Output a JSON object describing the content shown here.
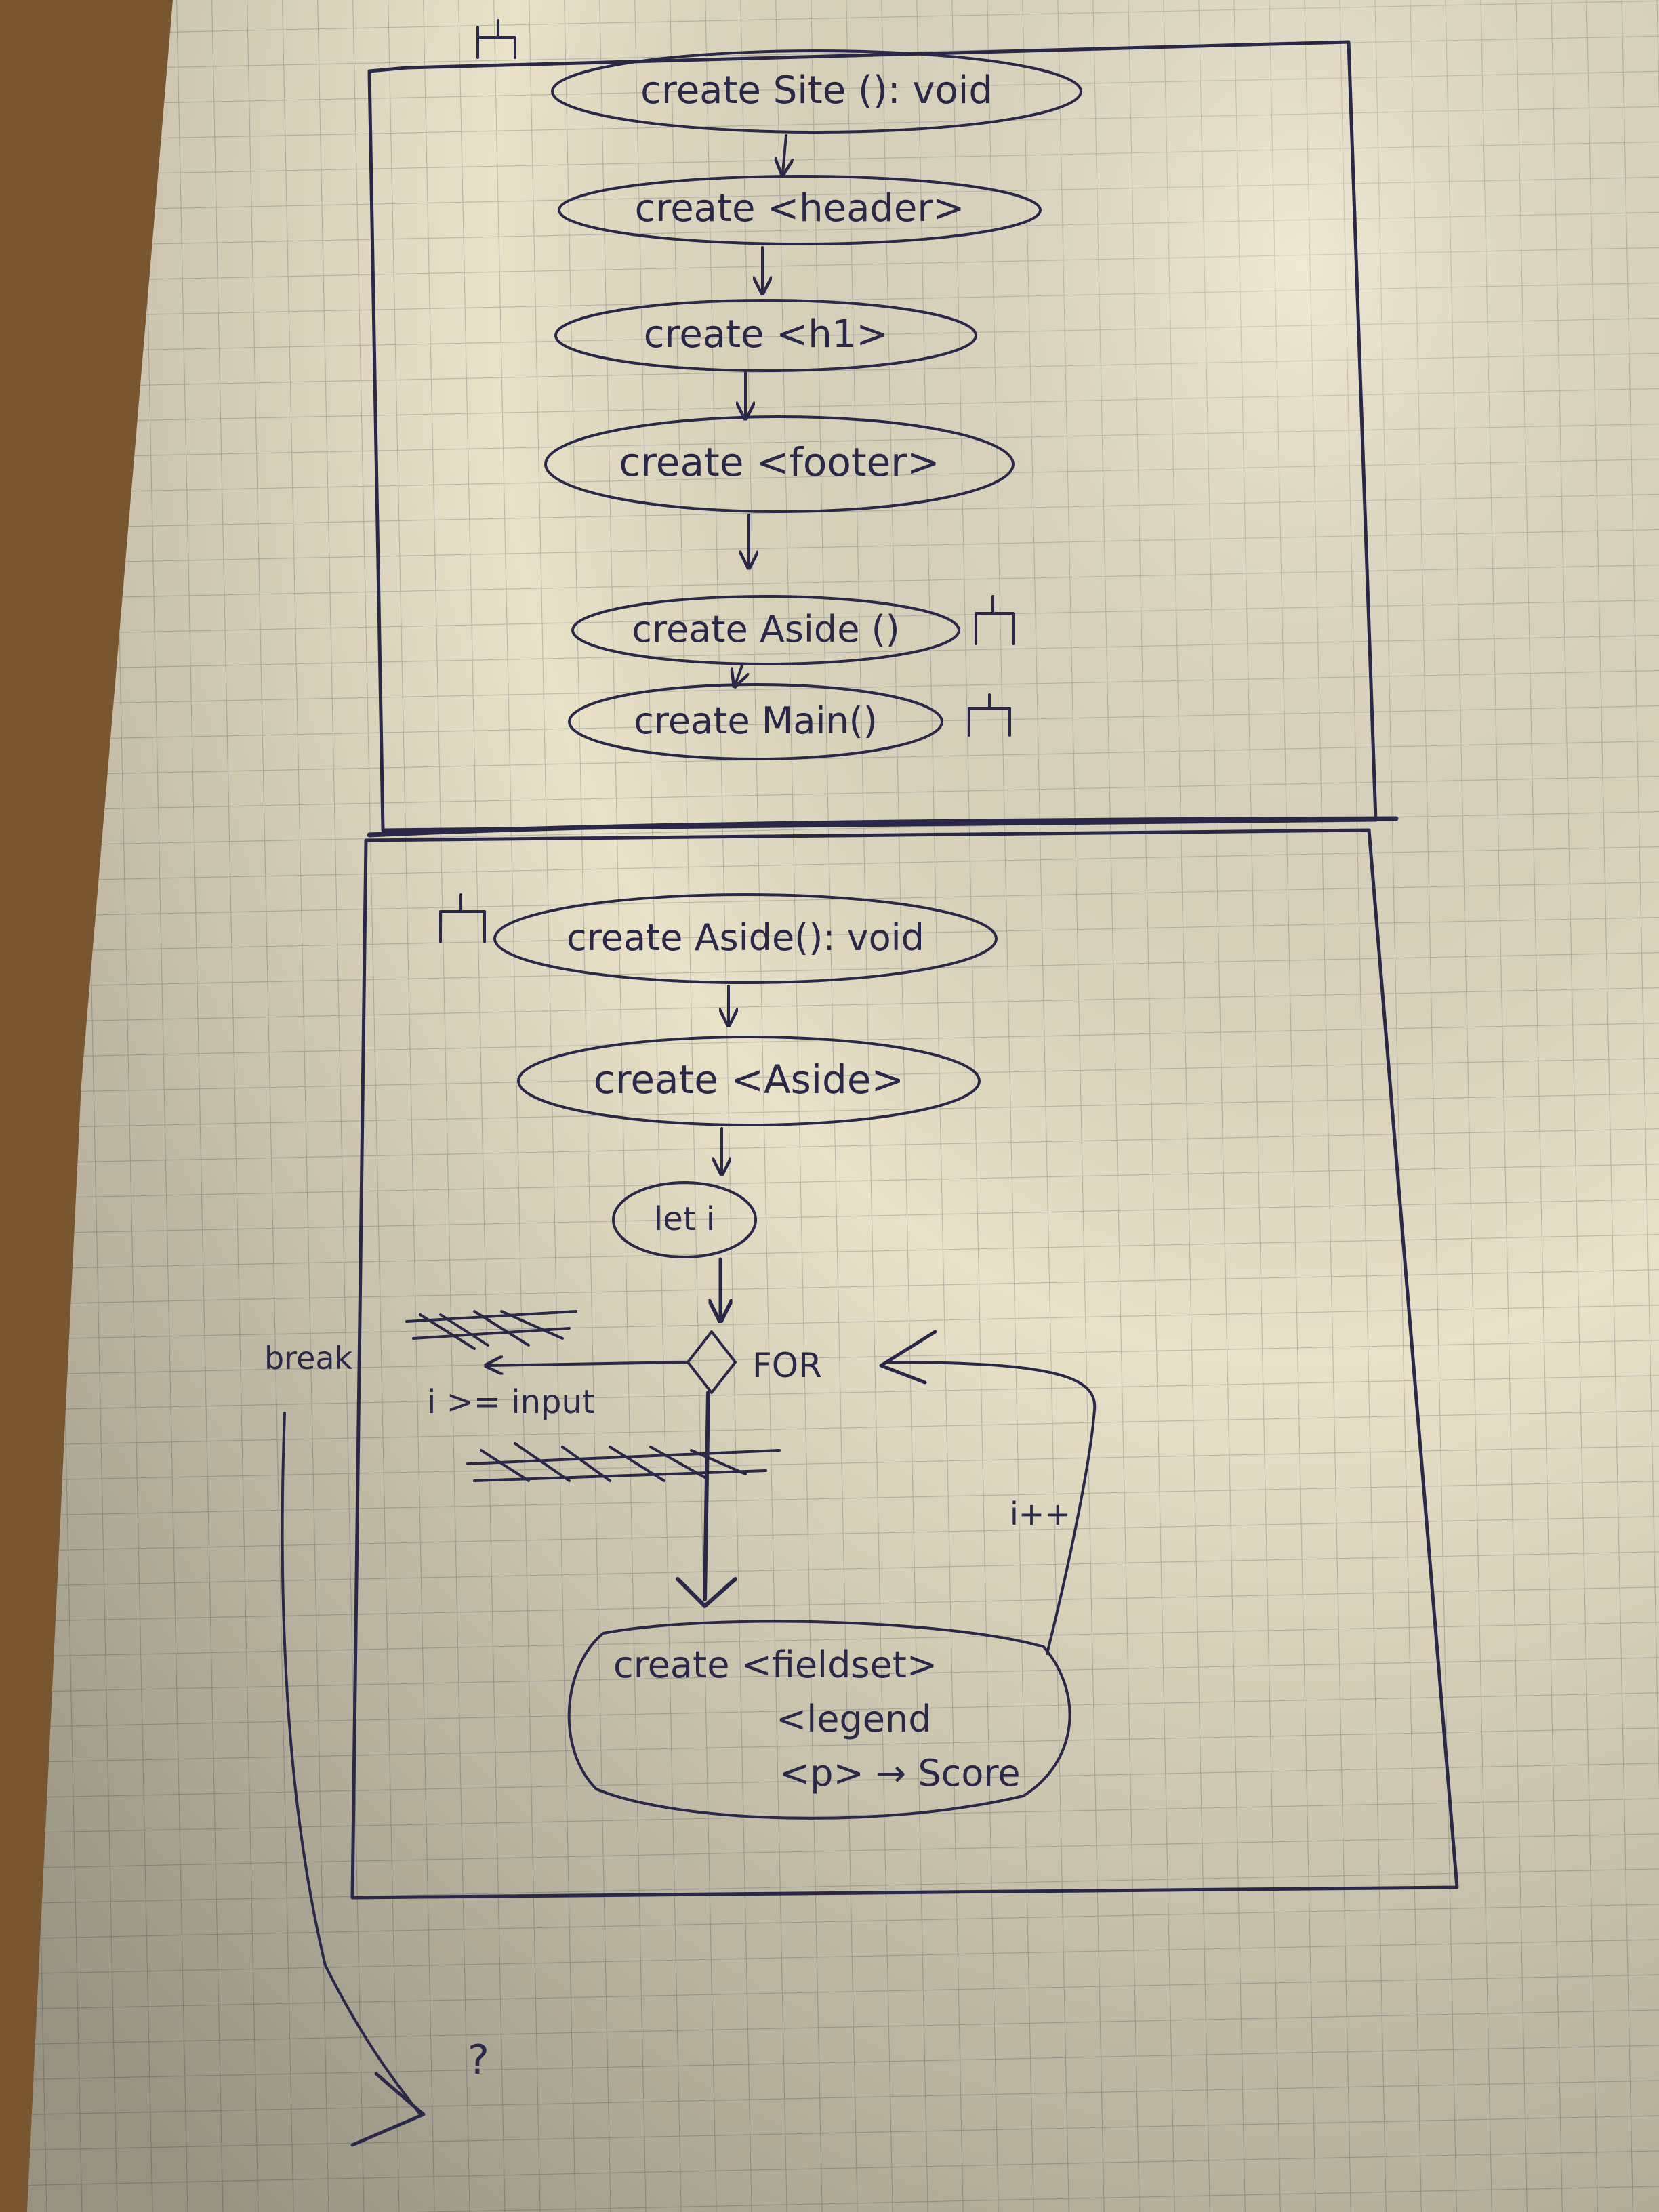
{
  "diagram": {
    "section_top": {
      "nodes": [
        {
          "id": "create-site",
          "label": "create Site (): void"
        },
        {
          "id": "create-header",
          "label": "create <header>"
        },
        {
          "id": "create-h1",
          "label": "create <h1>"
        },
        {
          "id": "create-footer",
          "label": "create <footer>"
        },
        {
          "id": "create-aside-call",
          "label": "create Aside ()"
        },
        {
          "id": "create-main-call",
          "label": "create Main()"
        }
      ]
    },
    "section_bottom": {
      "nodes": [
        {
          "id": "create-aside-def",
          "label": "create Aside(): void"
        },
        {
          "id": "create-aside-el",
          "label": "create <Aside>"
        },
        {
          "id": "let-i",
          "label": "let i"
        },
        {
          "id": "fieldset",
          "label": "create <fieldset>"
        }
      ],
      "fieldset_lines": [
        "<legend",
        "<p> → Score"
      ],
      "for_label": "FOR",
      "condition_label": "i >= input",
      "break_label": "break",
      "increment_label": "i++",
      "question_mark": "?"
    },
    "colors": {
      "paper": "#e9e1c8",
      "grid": "#b9b7a9",
      "ink": "#2a2748",
      "desk": "#7a5630"
    }
  }
}
